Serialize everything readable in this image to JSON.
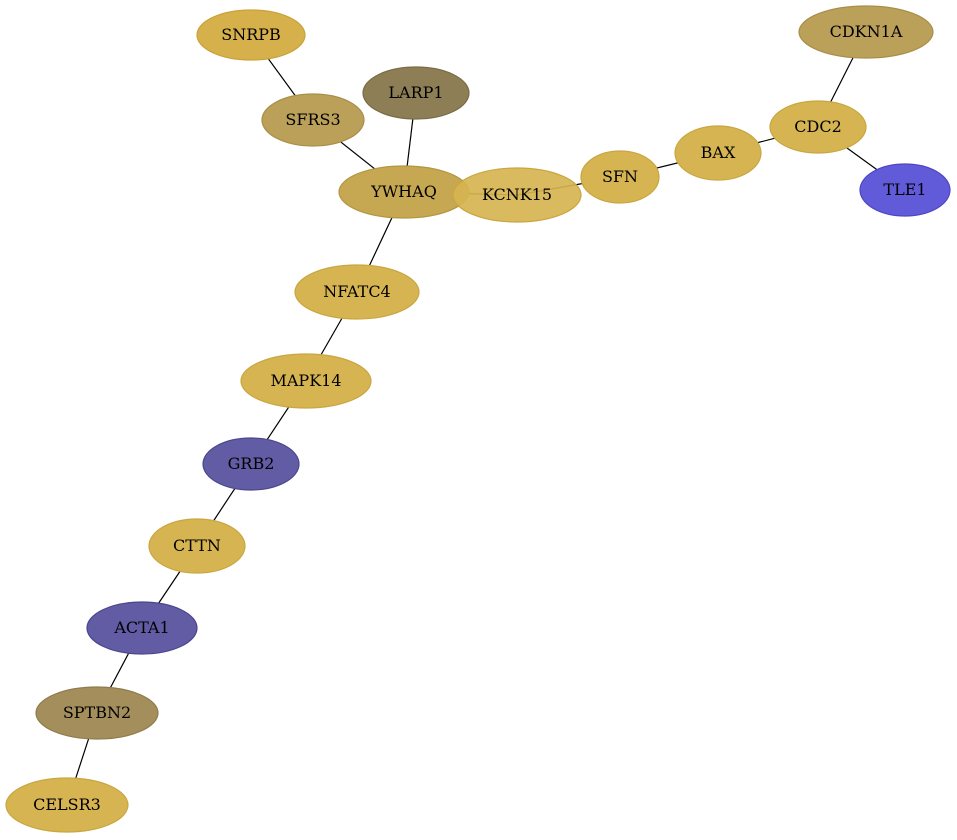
{
  "nodes": [
    {
      "id": "SNRPB",
      "label": "SNRPB",
      "color": "#d6b04a",
      "stroke": "#c9a23a"
    },
    {
      "id": "LARP1",
      "label": "LARP1",
      "color": "#8d7e55",
      "stroke": "#7a6b45"
    },
    {
      "id": "SFRS3",
      "label": "SFRS3",
      "color": "#baa058",
      "stroke": "#a88e48"
    },
    {
      "id": "YWHAQ",
      "label": "YWHAQ",
      "color": "#c6a852",
      "stroke": "#b39542"
    },
    {
      "id": "KCNK15",
      "label": "KCNK15",
      "color": "#d6b450",
      "stroke": "#c9a63f"
    },
    {
      "id": "SFN",
      "label": "SFN",
      "color": "#d6b452",
      "stroke": "#c9a63f"
    },
    {
      "id": "BAX",
      "label": "BAX",
      "color": "#d6b452",
      "stroke": "#c9a63f"
    },
    {
      "id": "CDC2",
      "label": "CDC2",
      "color": "#d6b452",
      "stroke": "#c9a63f"
    },
    {
      "id": "CDKN1A",
      "label": "CDKN1A",
      "color": "#bba05a",
      "stroke": "#a88e48"
    },
    {
      "id": "TLE1",
      "label": "TLE1",
      "color": "#625bd9",
      "stroke": "#4c45c4"
    },
    {
      "id": "NFATC4",
      "label": "NFATC4",
      "color": "#d6b452",
      "stroke": "#c9a63f"
    },
    {
      "id": "MAPK14",
      "label": "MAPK14",
      "color": "#d6b452",
      "stroke": "#c9a63f"
    },
    {
      "id": "GRB2",
      "label": "GRB2",
      "color": "#615ca4",
      "stroke": "#4b468f"
    },
    {
      "id": "CTTN",
      "label": "CTTN",
      "color": "#d6b452",
      "stroke": "#c9a63f"
    },
    {
      "id": "ACTA1",
      "label": "ACTA1",
      "color": "#615ca4",
      "stroke": "#4b468f"
    },
    {
      "id": "SPTBN2",
      "label": "SPTBN2",
      "color": "#a48f5c",
      "stroke": "#8f7b4b"
    },
    {
      "id": "CELSR3",
      "label": "CELSR3",
      "color": "#d6b452",
      "stroke": "#c9a63f"
    }
  ],
  "edges": [
    {
      "source": "SNRPB",
      "target": "SFRS3"
    },
    {
      "source": "SFRS3",
      "target": "YWHAQ"
    },
    {
      "source": "LARP1",
      "target": "YWHAQ"
    },
    {
      "source": "YWHAQ",
      "target": "KCNK15"
    },
    {
      "source": "KCNK15",
      "target": "SFN"
    },
    {
      "source": "SFN",
      "target": "BAX"
    },
    {
      "source": "BAX",
      "target": "CDC2"
    },
    {
      "source": "CDC2",
      "target": "CDKN1A"
    },
    {
      "source": "CDC2",
      "target": "TLE1"
    },
    {
      "source": "YWHAQ",
      "target": "NFATC4"
    },
    {
      "source": "NFATC4",
      "target": "MAPK14"
    },
    {
      "source": "MAPK14",
      "target": "GRB2"
    },
    {
      "source": "GRB2",
      "target": "CTTN"
    },
    {
      "source": "CTTN",
      "target": "ACTA1"
    },
    {
      "source": "ACTA1",
      "target": "SPTBN2"
    },
    {
      "source": "SPTBN2",
      "target": "CELSR3"
    }
  ]
}
